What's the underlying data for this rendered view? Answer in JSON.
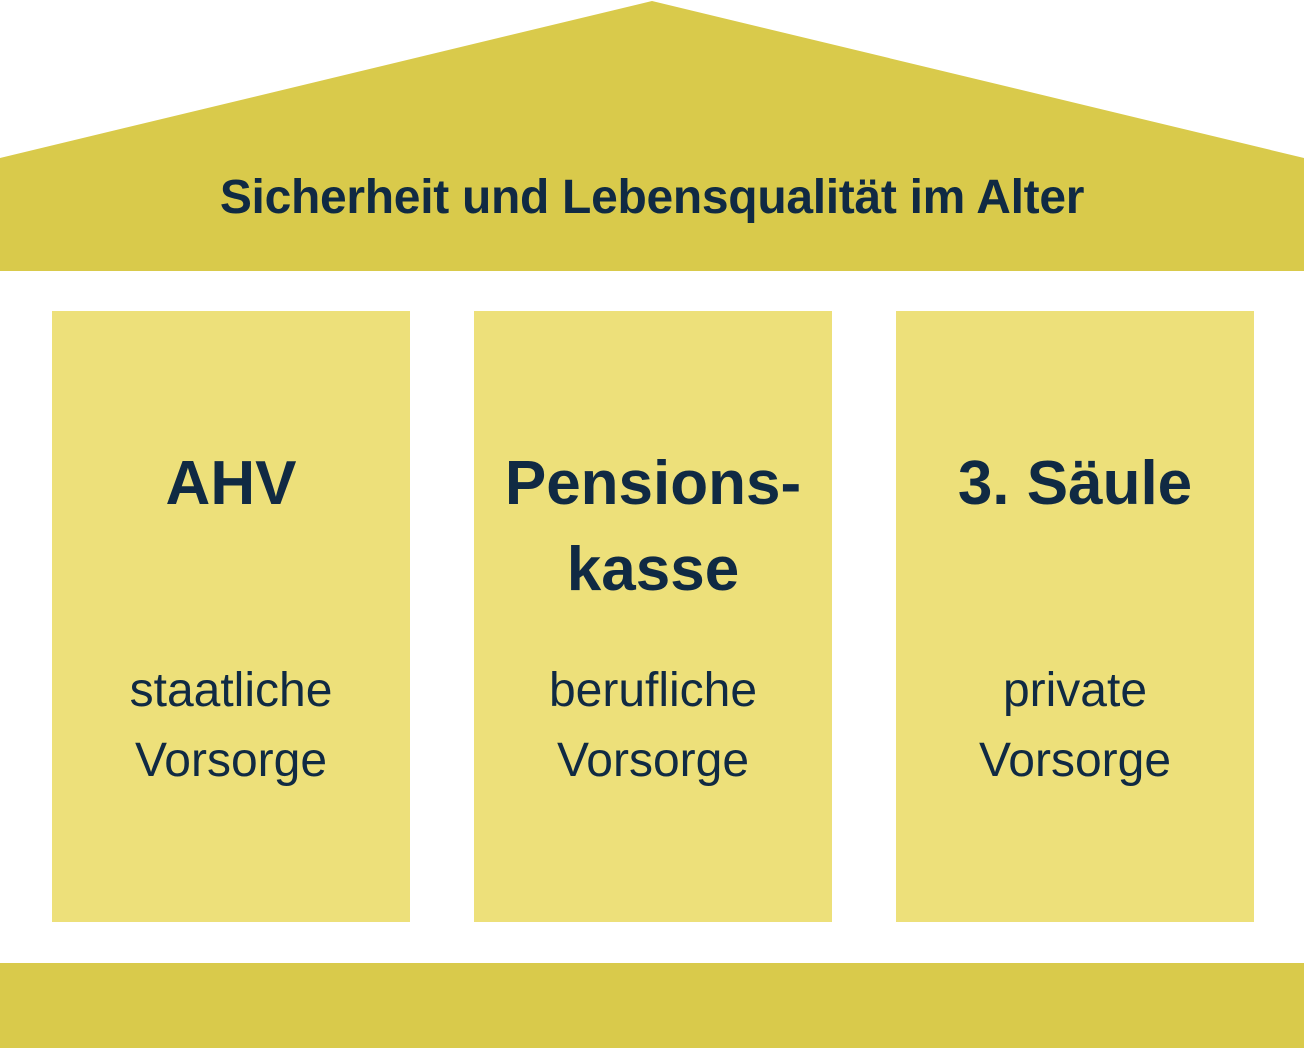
{
  "colors": {
    "roof": "#d9ca4b",
    "pillar": "#ede07a",
    "base": "#d9ca4b",
    "text": "#102a43"
  },
  "roof": {
    "title": "Sicherheit und Lebensqualität im Alter"
  },
  "pillars": [
    {
      "title_lines": [
        "AHV"
      ],
      "subtitle_lines": [
        "staatliche",
        "Vorsorge"
      ]
    },
    {
      "title_lines": [
        "Pensions-",
        "kasse"
      ],
      "subtitle_lines": [
        "berufliche",
        "Vorsorge"
      ]
    },
    {
      "title_lines": [
        "3. Säule"
      ],
      "subtitle_lines": [
        "private",
        "Vorsorge"
      ]
    }
  ]
}
